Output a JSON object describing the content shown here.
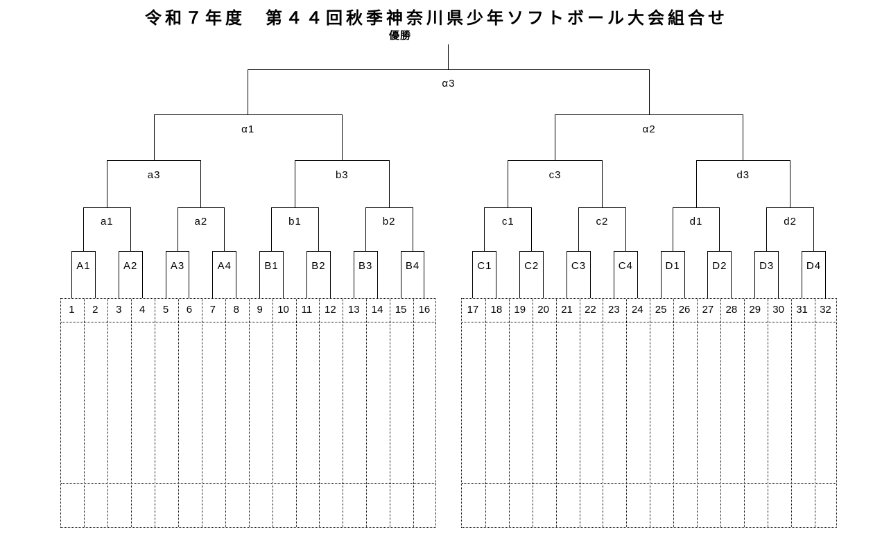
{
  "page": {
    "title": "令和７年度　第４４回秋季神奈川県少年ソフトボール大会組合せ",
    "champion_label": "優勝"
  },
  "bracket": {
    "final": {
      "id": "alpha3",
      "label": "α3"
    },
    "semifinals": [
      {
        "id": "alpha1",
        "label": "α1"
      },
      {
        "id": "alpha2",
        "label": "α2"
      }
    ],
    "quarterfinals": [
      {
        "id": "a3",
        "label": "a3"
      },
      {
        "id": "b3",
        "label": "b3"
      },
      {
        "id": "c3",
        "label": "c3"
      },
      {
        "id": "d3",
        "label": "d3"
      }
    ],
    "round2": [
      {
        "id": "a1",
        "label": "a1"
      },
      {
        "id": "a2",
        "label": "a2"
      },
      {
        "id": "b1",
        "label": "b1"
      },
      {
        "id": "b2",
        "label": "b2"
      },
      {
        "id": "c1",
        "label": "c1"
      },
      {
        "id": "c2",
        "label": "c2"
      },
      {
        "id": "d1",
        "label": "d1"
      },
      {
        "id": "d2",
        "label": "d2"
      }
    ],
    "round1": [
      {
        "id": "A1",
        "label": "A1"
      },
      {
        "id": "A2",
        "label": "A2"
      },
      {
        "id": "A3",
        "label": "A3"
      },
      {
        "id": "A4",
        "label": "A4"
      },
      {
        "id": "B1",
        "label": "B1"
      },
      {
        "id": "B2",
        "label": "B2"
      },
      {
        "id": "B3",
        "label": "B3"
      },
      {
        "id": "B4",
        "label": "B4"
      },
      {
        "id": "C1",
        "label": "C1"
      },
      {
        "id": "C2",
        "label": "C2"
      },
      {
        "id": "C3",
        "label": "C3"
      },
      {
        "id": "C4",
        "label": "C4"
      },
      {
        "id": "D1",
        "label": "D1"
      },
      {
        "id": "D2",
        "label": "D2"
      },
      {
        "id": "D3",
        "label": "D3"
      },
      {
        "id": "D4",
        "label": "D4"
      }
    ],
    "slots": [
      "1",
      "2",
      "3",
      "4",
      "5",
      "6",
      "7",
      "8",
      "9",
      "10",
      "11",
      "12",
      "13",
      "14",
      "15",
      "16",
      "17",
      "18",
      "19",
      "20",
      "21",
      "22",
      "23",
      "24",
      "25",
      "26",
      "27",
      "28",
      "29",
      "30",
      "31",
      "32"
    ]
  },
  "colors": {
    "line": "#000000",
    "background": "#ffffff"
  }
}
